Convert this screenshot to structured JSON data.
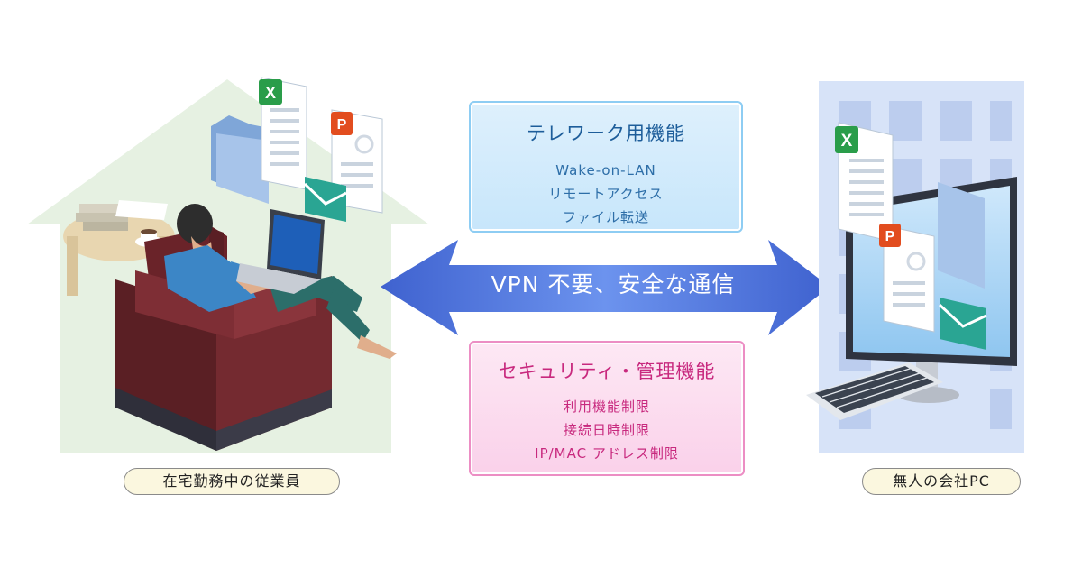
{
  "telework_box": {
    "title": "テレワーク用機能",
    "items": [
      "Wake-on-LAN",
      "リモートアクセス",
      "ファイル転送"
    ]
  },
  "connection": {
    "label": "VPN 不要、安全な通信"
  },
  "security_box": {
    "title": "セキュリティ・管理機能",
    "items": [
      "利用機能制限",
      "接続日時制限",
      "IP/MAC アドレス制限"
    ]
  },
  "left_panel": {
    "caption": "在宅勤務中の従業員",
    "file_icons": [
      "X",
      "P"
    ]
  },
  "right_panel": {
    "caption": "無人の会社PC",
    "file_icons": [
      "X",
      "P"
    ]
  },
  "colors": {
    "house_bg": "#e6f1e2",
    "office_bg": "#d7e3f8",
    "arrow": "#4f73d6",
    "telework_accent": "#1d5d9a",
    "security_accent": "#c8297e",
    "excel_green": "#2a9d4a",
    "powerpoint_orange": "#e24d1f"
  }
}
